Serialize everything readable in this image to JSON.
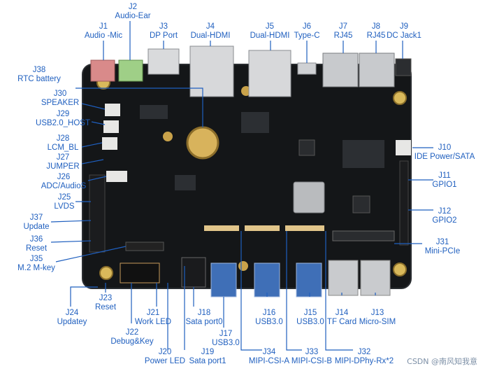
{
  "watermark": "CSDN @南风知我意",
  "connectors": {
    "J1": {
      "id": "J1",
      "name": "Audio -Mic"
    },
    "J2": {
      "id": "J2",
      "name": "Audio-Ear"
    },
    "J3": {
      "id": "J3",
      "name": "DP Port"
    },
    "J4": {
      "id": "J4",
      "name": "Dual-HDMI"
    },
    "J5": {
      "id": "J5",
      "name": "Dual-HDMI"
    },
    "J6": {
      "id": "J6",
      "name": "Type-C"
    },
    "J7": {
      "id": "J7",
      "name": "RJ45"
    },
    "J8": {
      "id": "J8",
      "name": "RJ45"
    },
    "J9": {
      "id": "J9",
      "name": "DC Jack1"
    },
    "J38": {
      "id": "J38",
      "name": "RTC battery"
    },
    "J30": {
      "id": "J30",
      "name": "SPEAKER"
    },
    "J29": {
      "id": "J29",
      "name": "USB2.0_HOST"
    },
    "J28": {
      "id": "J28",
      "name": "LCM_BL"
    },
    "J27": {
      "id": "J27",
      "name": "JUMPER"
    },
    "J26": {
      "id": "J26",
      "name": "ADC/AudioS"
    },
    "J25": {
      "id": "J25",
      "name": "LVDS"
    },
    "J37": {
      "id": "J37",
      "name": "Update"
    },
    "J36": {
      "id": "J36",
      "name": "Reset"
    },
    "J35": {
      "id": "J35",
      "name": "M.2 M-key"
    },
    "J10": {
      "id": "J10",
      "name": "IDE Power/SATA"
    },
    "J11": {
      "id": "J11",
      "name": "GPIO1"
    },
    "J12": {
      "id": "J12",
      "name": "GPIO2"
    },
    "J31": {
      "id": "J31",
      "name": "Mini-PCIe"
    },
    "J24": {
      "id": "J24",
      "name": "Updatey"
    },
    "J23": {
      "id": "J23",
      "name": "Reset"
    },
    "J22": {
      "id": "J22",
      "name": "Debug&Key"
    },
    "J21": {
      "id": "J21",
      "name": "Work LED"
    },
    "J20": {
      "id": "J20",
      "name": "Power LED"
    },
    "J19": {
      "id": "J19",
      "name": "Sata port1"
    },
    "J18": {
      "id": "J18",
      "name": "Sata port0"
    },
    "J17": {
      "id": "J17",
      "name": "USB3.0"
    },
    "J16": {
      "id": "J16",
      "name": "USB3.0"
    },
    "J15": {
      "id": "J15",
      "name": "USB3.0"
    },
    "J14": {
      "id": "J14",
      "name": "TF Card"
    },
    "J13": {
      "id": "J13",
      "name": "Micro-SIM"
    },
    "J34": {
      "id": "J34",
      "name": "MIPI-CSI-A"
    },
    "J33": {
      "id": "J33",
      "name": "MIPI-CSI-B"
    },
    "J32": {
      "id": "J32",
      "name": "MIPI-DPhy-Rx*2"
    }
  }
}
